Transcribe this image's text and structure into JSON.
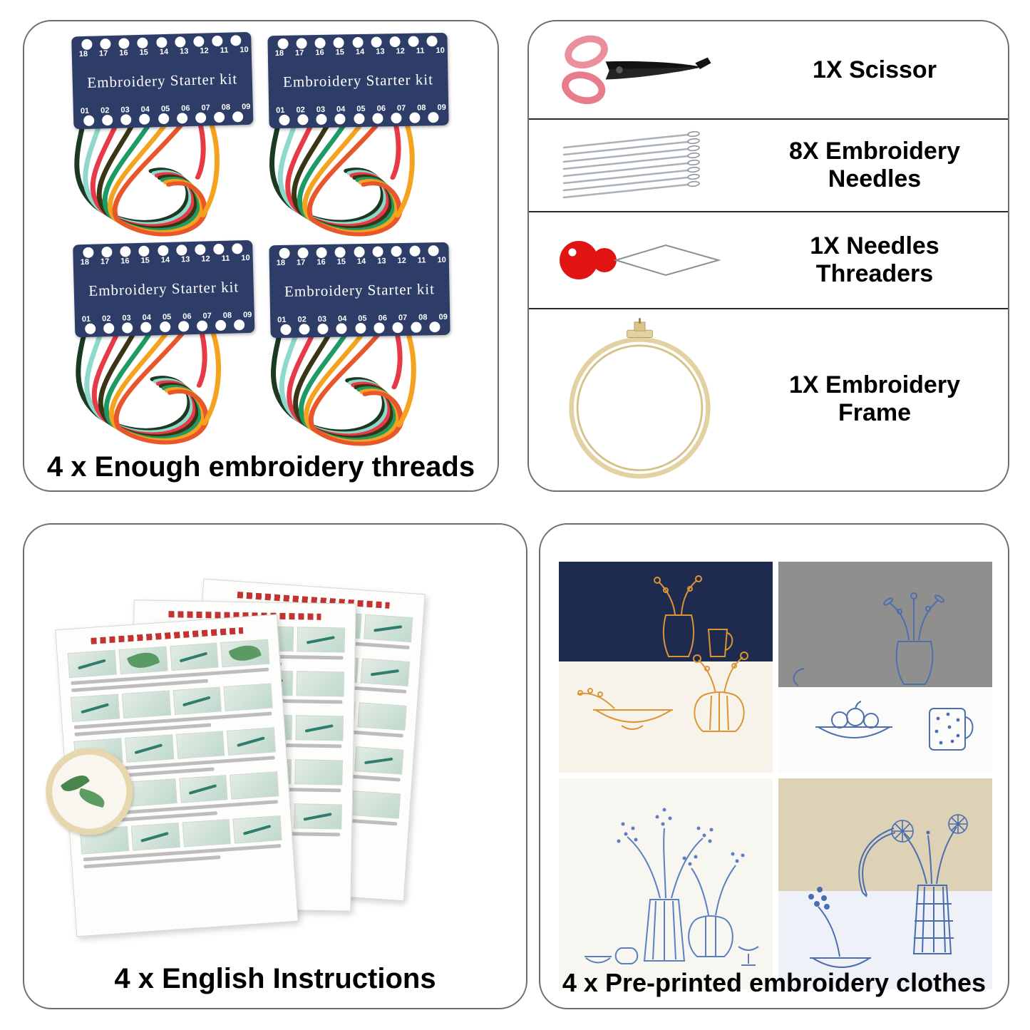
{
  "page": {
    "background": "#ffffff"
  },
  "panels": {
    "threads": {
      "caption": "4 x Enough embroidery threads",
      "card_count": 4,
      "card": {
        "title": "Embroidery Starter kit",
        "top_hole_numbers": "18 17 16 15 14 13 12 11 10",
        "bottom_hole_numbers": "01 02 03 04 05 06 07 08 09",
        "card_color": "#2d3d68"
      },
      "thread_colors": [
        "#1b3a22",
        "#8fd8cc",
        "#e63b46",
        "#3a3514",
        "#1e9a63",
        "#f5a31f",
        "#e8572b"
      ]
    },
    "tools": {
      "rows": [
        {
          "icon": "scissors-icon",
          "label": "1X Scissor"
        },
        {
          "icon": "needles-icon",
          "label": "8X Embroidery Needles"
        },
        {
          "icon": "needle-threader-icon",
          "label": "1X Needles Threaders"
        },
        {
          "icon": "embroidery-hoop-icon",
          "label": "1X Embroidery Frame"
        }
      ],
      "scissors_handle_color": "#ec8f9c",
      "needle_color": "#aab1b8",
      "threader_color": "#e11414",
      "hoop_color": "#e2d2a2"
    },
    "instructions": {
      "caption": "4 x English Instructions",
      "visible_sheet_count": 3
    },
    "clothes": {
      "caption": "4 x Pre-printed embroidery clothes",
      "swatches": [
        {
          "name": "navy-white-cloth-orange-print",
          "fabric_colors": [
            "#1e2a4e",
            "#f7f3ea"
          ],
          "print_color": "#dd9434"
        },
        {
          "name": "gray-white-cloth-blue-print",
          "fabric_colors": [
            "#8f8f8d",
            "#fbfbfa"
          ],
          "print_color": "#4d6fae"
        },
        {
          "name": "ivory-cloth-blue-print",
          "fabric_colors": [
            "#f7f6f0"
          ],
          "print_color": "#5b7fc2"
        },
        {
          "name": "beige-white-cloth-blue-print",
          "fabric_colors": [
            "#ddd2b6",
            "#eef2f8"
          ],
          "print_color": "#4a6db2"
        }
      ]
    }
  }
}
